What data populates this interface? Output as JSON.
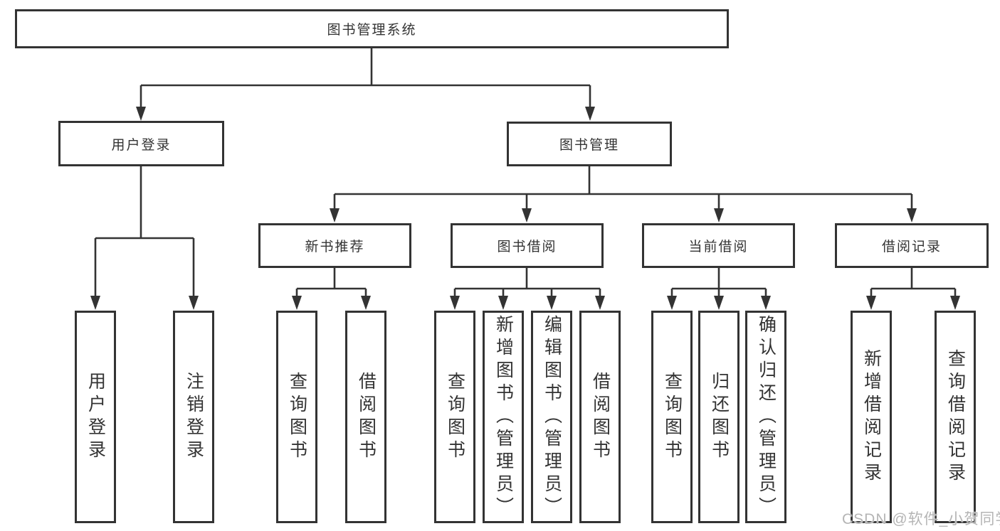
{
  "nodes": {
    "root": "图书管理系统",
    "user_login": "用户登录",
    "book_mgmt": "图书管理",
    "new_book_rec": "新书推荐",
    "book_borrow": "图书借阅",
    "current_borrow": "当前借阅",
    "borrow_records": "借阅记录",
    "leaf_user_login": "用户登录",
    "leaf_logout": "注销登录",
    "leaf_query_book_1": "查询图书",
    "leaf_borrow_book_1": "借阅图书",
    "leaf_query_book_2": "查询图书",
    "leaf_add_book_admin": "新增图书（管理员）",
    "leaf_edit_book_admin": "编辑图书（管理员）",
    "leaf_borrow_book_2": "借阅图书",
    "leaf_query_book_3": "查询图书",
    "leaf_return_book": "归还图书",
    "leaf_confirm_return_admin": "确认归还（管理员）",
    "leaf_add_borrow_record": "新增借阅记录",
    "leaf_query_borrow_record": "查询借阅记录"
  },
  "watermark": "CSDN @软件_小贺同学",
  "colors": {
    "line": "#333333",
    "text": "#333333",
    "box_background": "#ffffff",
    "watermark": "#b5b5b5"
  }
}
